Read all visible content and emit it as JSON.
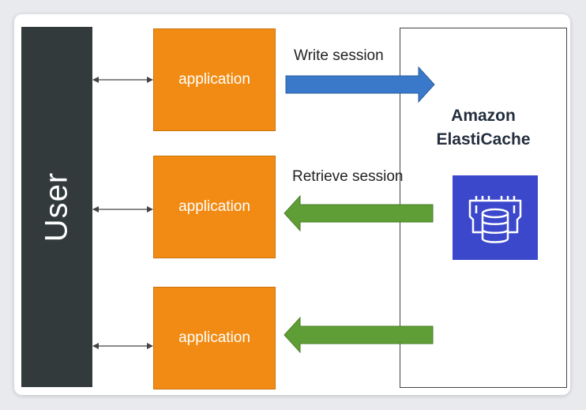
{
  "user": {
    "label": "User"
  },
  "applications": [
    {
      "label": "application"
    },
    {
      "label": "application"
    },
    {
      "label": "application"
    }
  ],
  "cache": {
    "title_line1": "Amazon",
    "title_line2": "ElastiCache",
    "icon": "elasticache-icon"
  },
  "operations": {
    "write": "Write session",
    "retrieve": "Retrieve session"
  },
  "colors": {
    "user_bar": "#323a3c",
    "application": "#f28b13",
    "write_arrow": "#3a78c9",
    "retrieve_arrow": "#5f9e36",
    "cache_icon": "#3b48cc"
  }
}
